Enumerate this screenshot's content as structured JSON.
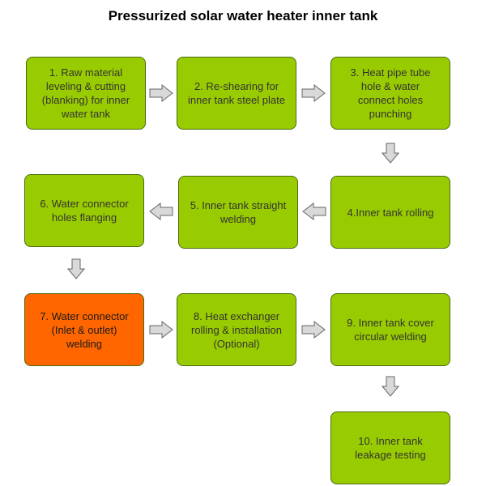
{
  "title": "Pressurized solar water heater inner tank",
  "colors": {
    "box_fill": "#99cc00",
    "box_text": "#333333",
    "highlight_fill": "#ff6600",
    "highlight_text": "#1a1a1a",
    "arrow_fill": "#d9d9d9",
    "arrow_stroke": "#666666"
  },
  "steps": [
    {
      "id": "step-1",
      "label": "1. Raw material\nleveling & cutting\n(blanking) for inner\nwater tank",
      "highlight": false
    },
    {
      "id": "step-2",
      "label": "2. Re-shearing for\ninner tank steel plate",
      "highlight": false
    },
    {
      "id": "step-3",
      "label": "3. Heat pipe tube\nhole & water\nconnect holes\npunching",
      "highlight": false
    },
    {
      "id": "step-4",
      "label": "4.Inner tank rolling",
      "highlight": false
    },
    {
      "id": "step-5",
      "label": "5. Inner tank straight\nwelding",
      "highlight": false
    },
    {
      "id": "step-6",
      "label": "6. Water connector\nholes flanging",
      "highlight": false
    },
    {
      "id": "step-7",
      "label": "7. Water connector\n(Inlet & outlet)\nwelding",
      "highlight": true
    },
    {
      "id": "step-8",
      "label": "8. Heat exchanger\nrolling & installation\n(Optional)",
      "highlight": false
    },
    {
      "id": "step-9",
      "label": "9. Inner tank cover\ncircular welding",
      "highlight": false
    },
    {
      "id": "step-10",
      "label": "10. Inner tank\nleakage testing",
      "highlight": false
    }
  ],
  "flow": [
    {
      "from": "step-1",
      "to": "step-2",
      "direction": "right"
    },
    {
      "from": "step-2",
      "to": "step-3",
      "direction": "right"
    },
    {
      "from": "step-3",
      "to": "step-4",
      "direction": "down"
    },
    {
      "from": "step-4",
      "to": "step-5",
      "direction": "left"
    },
    {
      "from": "step-5",
      "to": "step-6",
      "direction": "left"
    },
    {
      "from": "step-6",
      "to": "step-7",
      "direction": "down"
    },
    {
      "from": "step-7",
      "to": "step-8",
      "direction": "right"
    },
    {
      "from": "step-8",
      "to": "step-9",
      "direction": "right"
    },
    {
      "from": "step-9",
      "to": "step-10",
      "direction": "down"
    }
  ]
}
